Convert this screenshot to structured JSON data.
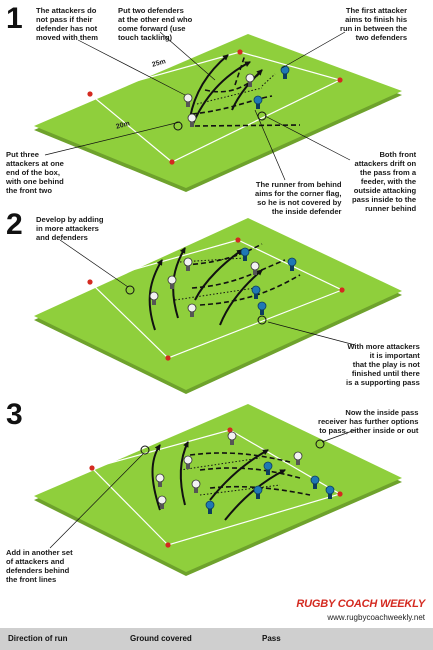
{
  "steps": [
    {
      "number": "1",
      "annotations": {
        "top_left": "The attackers do\nnot pass if their\ndefender has not\nmoved with them",
        "top_mid": "Put two defenders\nat the other end who\ncome forward (use\ntouch tackling)",
        "top_right": "The first attacker\naims to finish his\nrun in between the\ntwo defenders",
        "left": "Put three\nattackers at one\nend of the box,\nwith one behind\nthe front two",
        "right": "Both front\nattackers drift on\nthe pass from a\nfeeder, with the\noutside attacking\npass inside to the\nrunner behind",
        "bottom_mid": "The runner from behind\naims for the corner flag,\nso he is not covered by\nthe inside defender"
      },
      "dimensions": {
        "length": "25m",
        "width": "20m"
      }
    },
    {
      "number": "2",
      "annotations": {
        "top_left": "Develop by adding\nin more attackers\nand defenders",
        "right": "With more attackers\nit is important\nthat the play is not\nfinished until there\nis a supporting pass"
      }
    },
    {
      "number": "3",
      "annotations": {
        "top_right": "Now the inside pass\nreceiver has further options\nto pass, either inside or out",
        "bottom_left": "Add in another set\nof attackers and\ndefenders behind\nthe front lines"
      }
    }
  ],
  "brand": {
    "name": "RUGBY COACH WEEKLY",
    "website": "www.rugbycoachweekly.net"
  },
  "legend": {
    "direction": "Direction of run",
    "ground": "Ground covered",
    "pass": "Pass"
  },
  "colors": {
    "pitch": "#8fcf3c",
    "pitch_edge": "#6ea22c",
    "cone": "#d42a20",
    "attacker": "#f2f2f2",
    "defender": "#1f78b4",
    "brand": "#d42a20"
  }
}
